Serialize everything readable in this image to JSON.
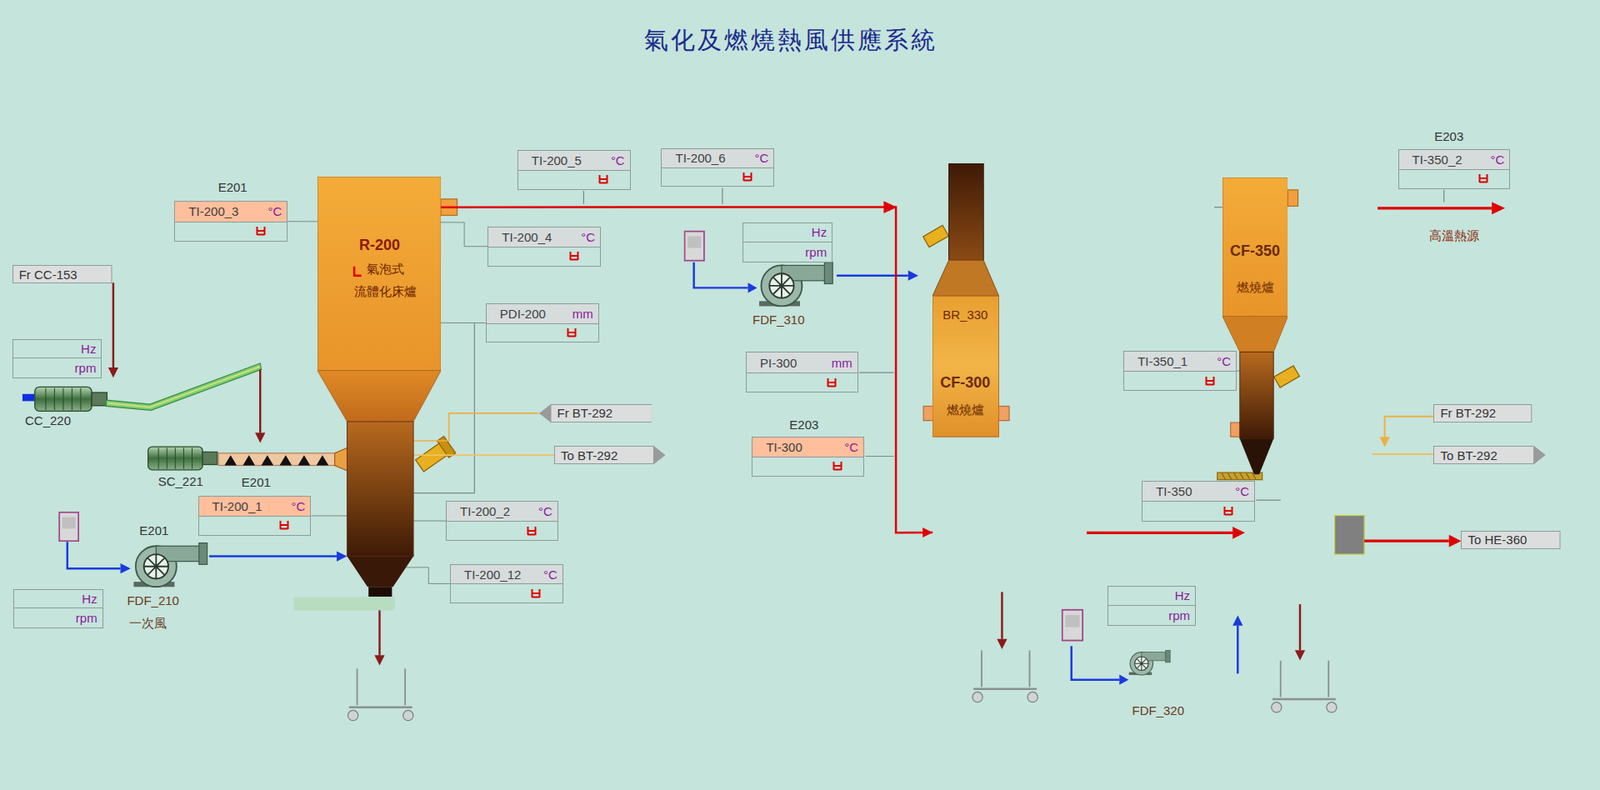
{
  "diagram": {
    "title": "氣化及燃燒熱風供應系統",
    "nodes": [
      {
        "text": [
          "TI-200_3",
          "°C"
        ]
      },
      {
        "text": [
          "R-200",
          "氣泡式",
          "流體化床爐"
        ]
      },
      {
        "text": [
          "TI-200_5",
          "°C"
        ]
      },
      {
        "text": [
          "TI-200_6",
          "°C"
        ]
      },
      {
        "text": [
          "TI-200_4",
          "°C"
        ]
      },
      {
        "text": [
          "Hz",
          "rpm"
        ]
      },
      {
        "text": [
          "BR_330",
          "CF-300",
          "燃燒爐"
        ]
      },
      {
        "text": [
          "CF-350",
          "燃燒爐"
        ]
      },
      {
        "text": [
          "TI-350_2",
          "°C"
        ]
      },
      {
        "text": [
          "Fr CC-153"
        ]
      },
      {
        "text": [
          "PDI-200",
          "mm"
        ]
      },
      {
        "text": [
          "Hz",
          "rpm"
        ]
      },
      {
        "text": [
          "PI-300",
          "mm"
        ]
      },
      {
        "text": [
          "TI-350_1",
          "°C"
        ]
      },
      {
        "text": [
          "Fr BT-292"
        ]
      },
      {
        "text": [
          "To BT-292"
        ]
      },
      {
        "text": [
          "Fr BT-292"
        ]
      },
      {
        "text": [
          "To BT-292"
        ]
      },
      {
        "text": [
          "TI-300",
          "°C"
        ]
      },
      {
        "text": [
          "TI-200_1",
          "°C"
        ]
      },
      {
        "text": [
          "TI-200_2",
          "°C"
        ]
      },
      {
        "text": [
          "TI-350",
          "°C"
        ]
      },
      {
        "text": [
          "To HE-360"
        ]
      },
      {
        "text": [
          "TI-200_12",
          "°C"
        ]
      },
      {
        "text": [
          "Hz",
          "rpm"
        ]
      },
      {
        "text": [
          "Hz",
          "rpm"
        ]
      }
    ],
    "edges": [
      {
        "from": 1,
        "to": 6,
        "arrow": "to"
      },
      {
        "from": 14,
        "to": 1,
        "arrow": "none"
      },
      {
        "from": 1,
        "to": 15,
        "arrow": "none"
      },
      {
        "from": 0,
        "to": 1,
        "arrow": "none"
      },
      {
        "from": 4,
        "to": 1,
        "arrow": "none"
      },
      {
        "from": 10,
        "to": 1,
        "arrow": "none"
      },
      {
        "from": 19,
        "to": 1,
        "arrow": "none"
      },
      {
        "from": 20,
        "to": 1,
        "arrow": "none"
      },
      {
        "from": 23,
        "to": 1,
        "arrow": "none"
      },
      {
        "from": 13,
        "to": 7,
        "arrow": "none"
      }
    ],
    "labels": [
      "E203",
      "E201",
      "高溫熱源",
      "FDF_310",
      "CC_220",
      "E203",
      "SC_221",
      "E201",
      "E201",
      "FDF_210",
      "一次風",
      "FDF_320"
    ]
  }
}
